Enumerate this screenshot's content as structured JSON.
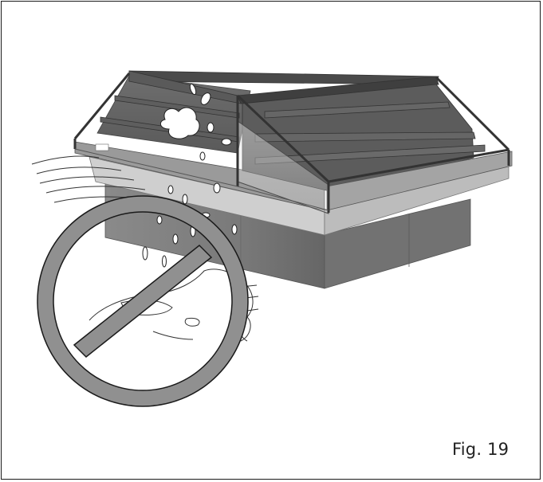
{
  "figure": {
    "label": "Fig. 19",
    "depicts": "refrigerated-display-counter",
    "symbol": "prohibition-sign",
    "symbol_color": "#909090",
    "cabinet_color": "#6b6b6b",
    "plinth_color": "#c9c9c9"
  }
}
